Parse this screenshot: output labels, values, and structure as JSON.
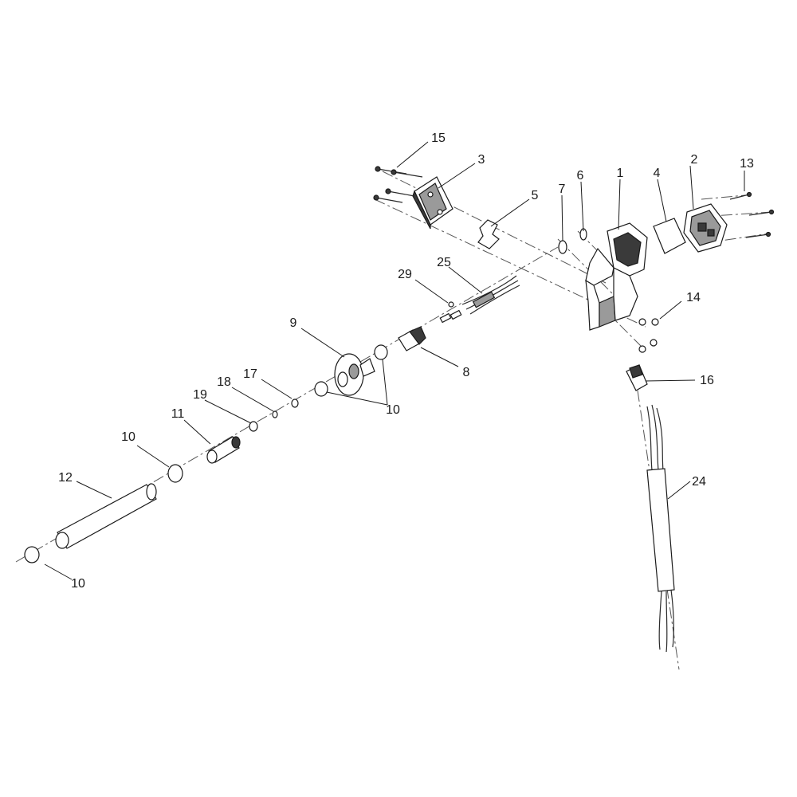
{
  "diagram": {
    "callouts": {
      "c1": "1",
      "c2": "2",
      "c3": "3",
      "c4": "4",
      "c5": "5",
      "c6": "6",
      "c7": "7",
      "c8": "8",
      "c9": "9",
      "c10a": "10",
      "c10b": "10",
      "c10c": "10",
      "c11": "11",
      "c12": "12",
      "c13": "13",
      "c14": "14",
      "c15": "15",
      "c16": "16",
      "c17": "17",
      "c18": "18",
      "c19": "19",
      "c24": "24",
      "c25": "25",
      "c29": "29"
    }
  }
}
